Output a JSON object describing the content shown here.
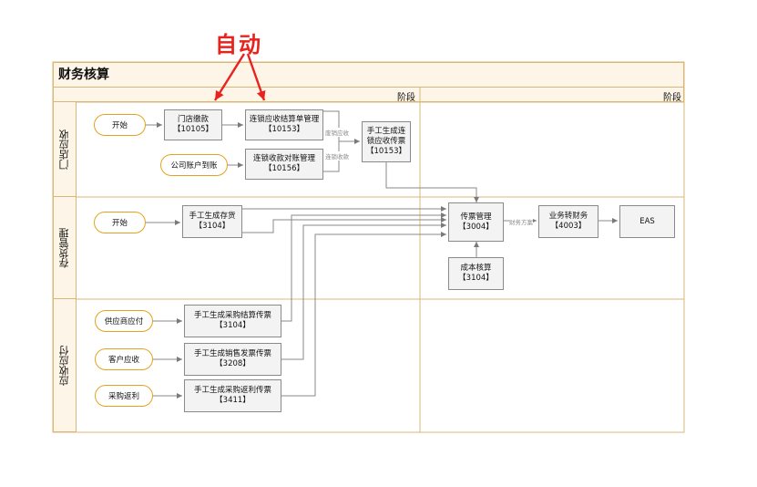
{
  "annotation": {
    "text": "自动",
    "color": "#e8231d"
  },
  "diagram": {
    "title": "财务核算",
    "phases": [
      "阶段",
      "阶段"
    ],
    "lanes": [
      "门店应收",
      "存货管理",
      "应收应付"
    ],
    "nodes": {
      "start1": "开始",
      "store_payment": [
        "门店缴款",
        "【10105】"
      ],
      "chain_recv_settle": [
        "连锁应收结算单管理",
        "【10153】"
      ],
      "company_account": "公司账户到账",
      "chain_recv_reconcile": [
        "连锁收款对账管理",
        "【10156】"
      ],
      "manual_chain_voucher": [
        "手工生成连",
        "锁应收传票",
        "【10153】"
      ],
      "start2": "开始",
      "manual_inventory": [
        "手工生成存货",
        "【3104】"
      ],
      "voucher_mgmt": [
        "传票管理",
        "【3004】"
      ],
      "biz_to_finance": [
        "业务转财务",
        "【4003】"
      ],
      "eas": "EAS",
      "cost_accounting": [
        "成本核算",
        "【3104】"
      ],
      "supplier_payable": "供应商应付",
      "manual_purchase_settle": [
        "手工生成采购结算传票",
        "【3104】"
      ],
      "customer_recv": "客户应收",
      "manual_sales_invoice": [
        "手工生成销售发票传票",
        "【3208】"
      ],
      "purchase_rebate": "采购返利",
      "manual_purchase_rebate": [
        "手工生成采购返利传票",
        "【3411】"
      ]
    },
    "edge_labels": {
      "receivable": "废销应收",
      "receipt": "连锁收款",
      "finance_plan": "财务方案"
    }
  }
}
